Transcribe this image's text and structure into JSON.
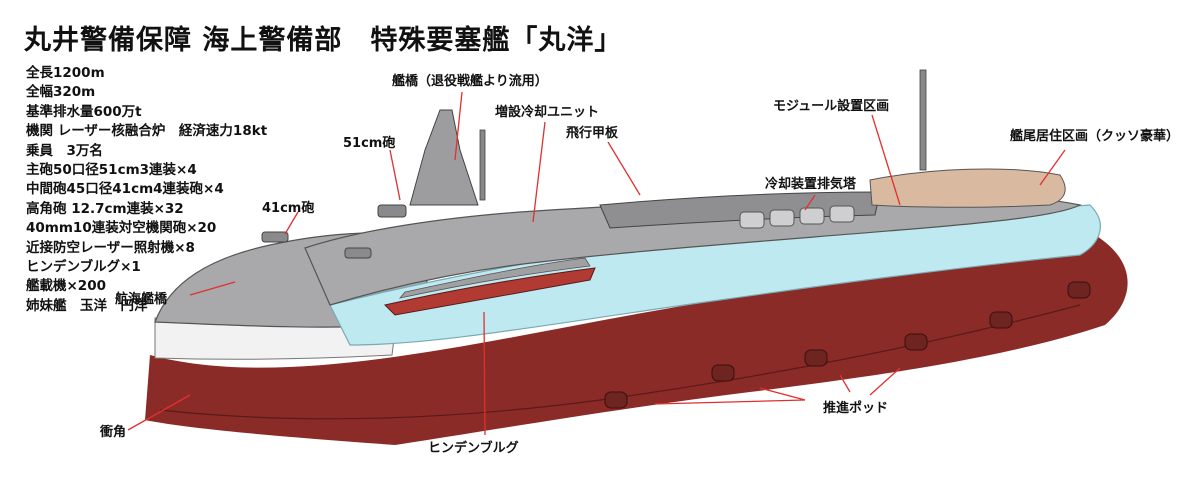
{
  "title": "丸井警備保障 海上警備部　特殊要塞艦「丸洋」",
  "specs": [
    "全長1200m",
    "全幅320m",
    "基準排水量600万t",
    "機関 レーザー核融合炉　経済速力18kt",
    "乗員　3万名",
    "主砲50口径51cm3連装×4",
    "中間砲45口径41cm4連装砲×4",
    "高角砲 12.7cm連装×32",
    "40mm10連装対空機関砲×20",
    "近接防空レーザー照射機×8",
    "ヒンデンブルグ×1",
    "艦載機×200",
    "姉妹艦　玉洋　円洋"
  ],
  "labels": {
    "bridge": "艦橋（退役戦艦より流用）",
    "cooling_unit": "増設冷却ユニット",
    "flight_deck": "飛行甲板",
    "module_area": "モジュール設置区画",
    "stern_quarters": "艦尾居住区画（クッソ豪華）",
    "gun_51": "51cm砲",
    "exhaust_tower": "冷却装置排気塔",
    "gun_41": "41cm砲",
    "nav_bridge": "航海艦橋",
    "propulsion_pod": "推進ポッド",
    "ram": "衝角",
    "hindenburg": "ヒンデンブルグ"
  },
  "colors": {
    "hull_red": "#8b2b27",
    "ice_blue": "#bfe9f0",
    "deck_gray": "#a9a9ab",
    "leader_red": "#e0302e"
  }
}
